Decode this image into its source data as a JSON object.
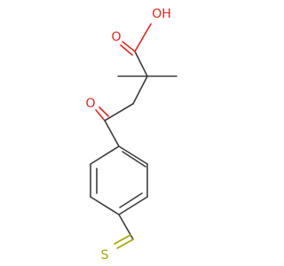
{
  "molecule": {
    "atoms": {
      "hydroxyl": "OH",
      "acid_carbonyl_oxygen": "O",
      "ketone_oxygen": "O",
      "thioformyl_sulfur": "S"
    },
    "colors": {
      "bond": "#3c3c3c",
      "oxygen": "#e2261c",
      "sulfur": "#a5a500",
      "background": "#ffffff"
    }
  }
}
